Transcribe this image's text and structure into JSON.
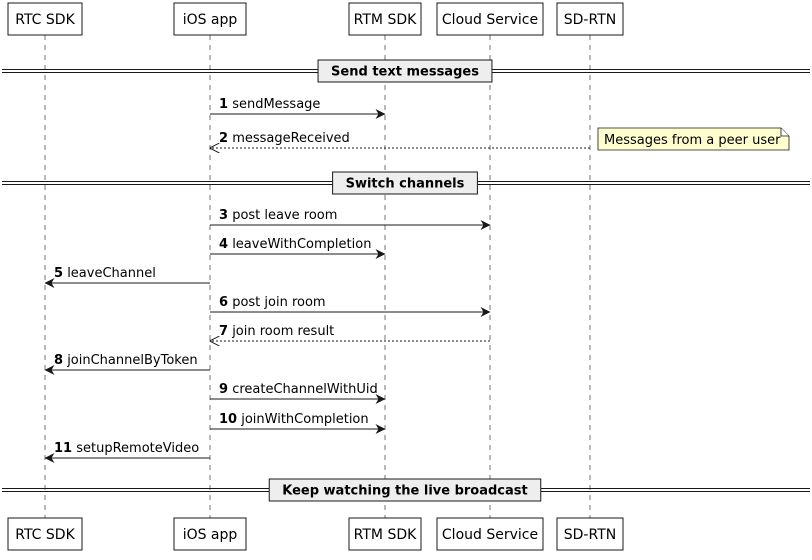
{
  "participants": [
    {
      "id": "rtc",
      "name": "RTC SDK"
    },
    {
      "id": "ios",
      "name": "iOS app"
    },
    {
      "id": "rtm",
      "name": "RTM SDK"
    },
    {
      "id": "cloud",
      "name": "Cloud Service"
    },
    {
      "id": "sdrtn",
      "name": "SD-RTN"
    }
  ],
  "sections": [
    {
      "id": "text",
      "label": "Send text messages"
    },
    {
      "id": "switch",
      "label": "Switch channels"
    },
    {
      "id": "keep",
      "label": "Keep watching the live broadcast"
    }
  ],
  "messages": [
    {
      "num": "1",
      "label": "sendMessage",
      "from": "ios",
      "to": "rtm",
      "style": "solid"
    },
    {
      "num": "2",
      "label": "messageReceived",
      "from": "sdrtn",
      "to": "ios",
      "style": "dashed"
    },
    {
      "num": "3",
      "label": "post leave room",
      "from": "ios",
      "to": "cloud",
      "style": "solid"
    },
    {
      "num": "4",
      "label": "leaveWithCompletion",
      "from": "ios",
      "to": "rtm",
      "style": "solid"
    },
    {
      "num": "5",
      "label": "leaveChannel",
      "from": "ios",
      "to": "rtc",
      "style": "solid"
    },
    {
      "num": "6",
      "label": "post join room",
      "from": "ios",
      "to": "cloud",
      "style": "solid"
    },
    {
      "num": "7",
      "label": "join room result",
      "from": "cloud",
      "to": "ios",
      "style": "dashed"
    },
    {
      "num": "8",
      "label": "joinChannelByToken",
      "from": "ios",
      "to": "rtc",
      "style": "solid"
    },
    {
      "num": "9",
      "label": "createChannelWithUid",
      "from": "ios",
      "to": "rtm",
      "style": "solid"
    },
    {
      "num": "10",
      "label": "joinWithCompletion",
      "from": "ios",
      "to": "rtm",
      "style": "solid"
    },
    {
      "num": "11",
      "label": "setupRemoteVideo",
      "from": "ios",
      "to": "rtc",
      "style": "solid"
    }
  ],
  "notes": [
    {
      "text": "Messages from a peer user",
      "attached_to_message": "2"
    }
  ]
}
